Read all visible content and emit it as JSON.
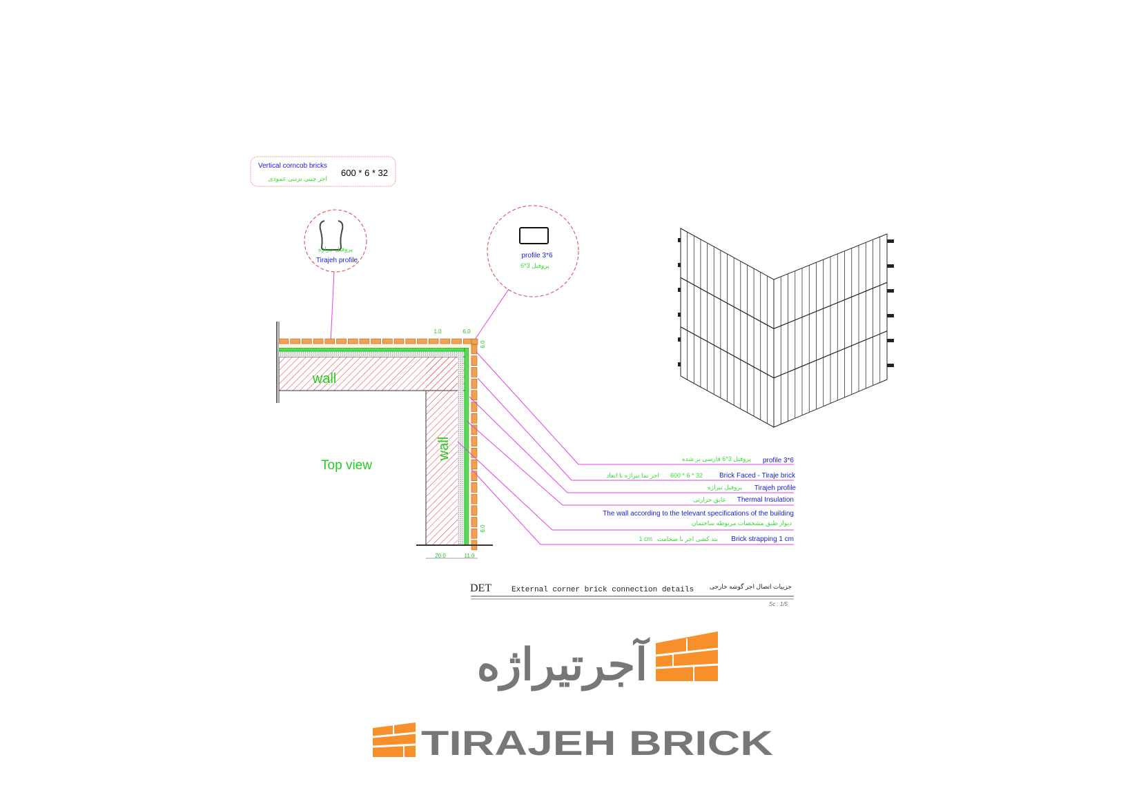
{
  "spec_box": {
    "title_en": "Vertical  corncob bricks",
    "title_fa": "اجر چینی ترتبی عمودی",
    "size": "600 * 6 * 32"
  },
  "callouts": {
    "tirajeh_profile": {
      "fa": "پروفیل تیراژه",
      "en": "Tirajeh profile"
    },
    "profile_3x6": {
      "en": "profile 3*6",
      "fa": "پروفیل 3*6"
    }
  },
  "plan": {
    "wall_label": "wall",
    "view_label": "Top view",
    "dims": [
      "1.0",
      "6.0",
      "6.0",
      "6.0",
      "20.0",
      "11.0"
    ]
  },
  "legend": [
    {
      "en": "profile 3*6",
      "fa": "پروفیل 3*6    فارسی بر شده"
    },
    {
      "en": "Brick Faced - Tiraje brick",
      "size": "600 * 6 * 32",
      "fa": "اجر نما تیراژه با ابعاد"
    },
    {
      "en": "Tirajeh profile",
      "fa": "پروفیل تیراژه"
    },
    {
      "en": "Thermal Insulation",
      "fa": "عایق حرارتی"
    },
    {
      "en": "The wall according to the televant specifications of the building",
      "fa": "دیوار طبق مشخصات مربوطه ساختمان"
    },
    {
      "en": "Brick strapping 1 cm",
      "fa": "بند کشی اجر با ضخامت",
      "size": "1 cm"
    }
  ],
  "title_block": {
    "code": "DET",
    "title_en": "External corner brick connection details",
    "title_fa": "جزییات اتصال اجر گوشه خارجی",
    "scale": "Sc : 1/5"
  },
  "logo": {
    "fa": "آجرتیراژه",
    "en": "TIRAJEH BRICK"
  },
  "colors": {
    "brick": "#f5a04a",
    "leader": "#e040e0",
    "hatch": "#e83030",
    "insulation": "#55dd55",
    "logo_gray": "#777777",
    "logo_orange": "#f7902a"
  }
}
